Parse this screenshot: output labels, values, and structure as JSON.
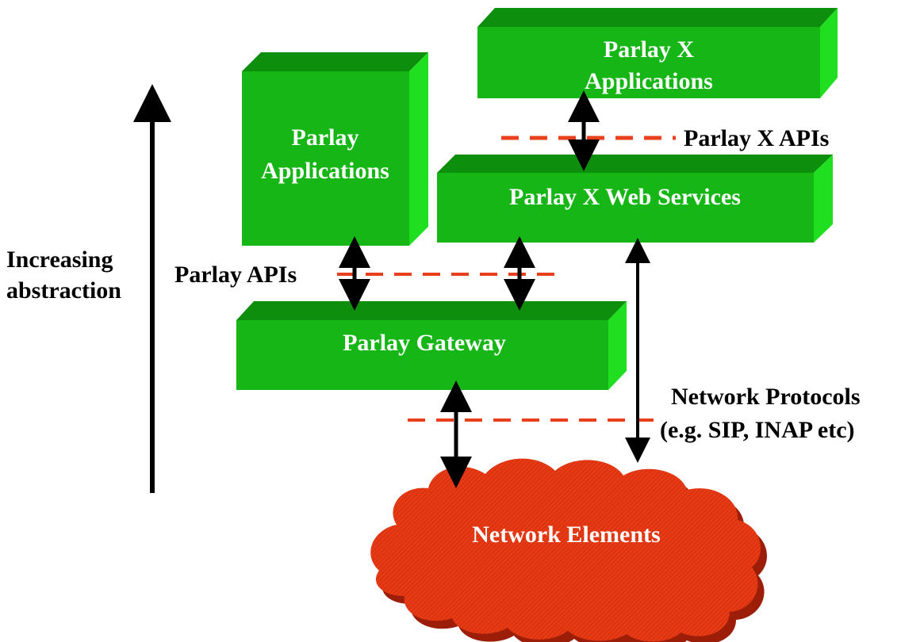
{
  "diagram": {
    "axis_label_line1": "Increasing",
    "axis_label_line2": "abstraction",
    "boxes": {
      "parlay_x_applications": {
        "line1": "Parlay X",
        "line2": "Applications"
      },
      "parlay_applications": {
        "line1": "Parlay",
        "line2": "Applications"
      },
      "parlay_x_web_services": {
        "label": "Parlay X Web Services"
      },
      "parlay_gateway": {
        "label": "Parlay Gateway"
      }
    },
    "interfaces": {
      "parlay_x_apis": "Parlay X APIs",
      "parlay_apis": "Parlay APIs",
      "network_protocols_line1": "Network Protocols",
      "network_protocols_line2": "(e.g. SIP, INAP etc)"
    },
    "cloud": {
      "label": "Network Elements"
    },
    "colors": {
      "box_front": "#17b617",
      "box_top": "#0d8f0d",
      "box_side": "#20df20",
      "dashed_line": "#e8401c",
      "cloud": "#e83a14",
      "cloud_shadow": "#9c1e08",
      "arrow": "#000000"
    }
  }
}
